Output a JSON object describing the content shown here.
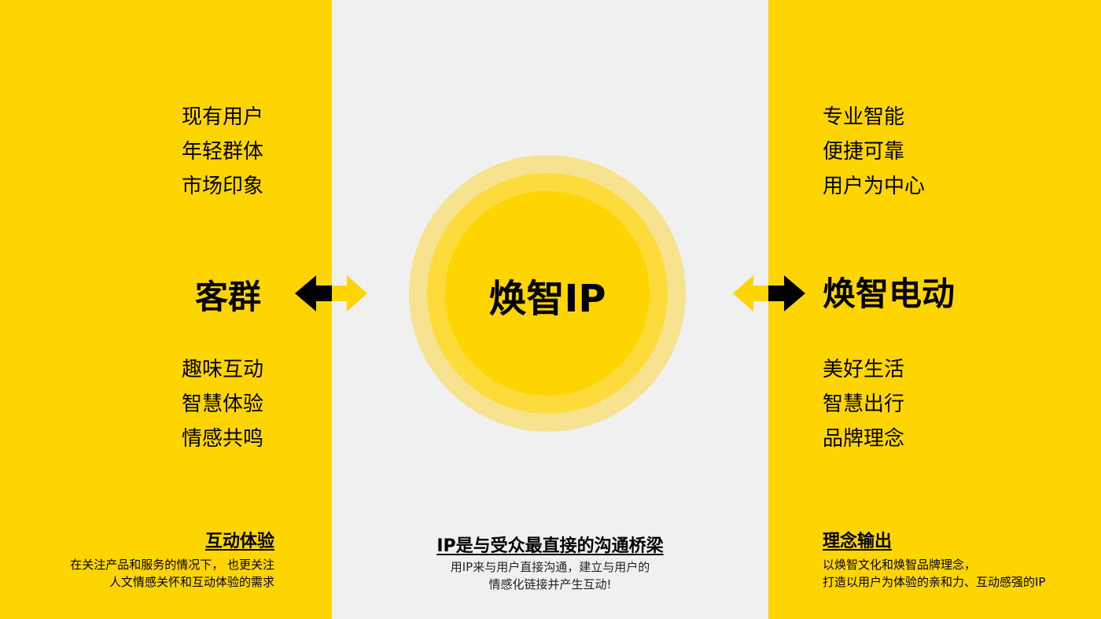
{
  "left": {
    "top_items": [
      "现有用户",
      "年轻群体",
      "市场印象"
    ],
    "title": "客群",
    "bottom_items": [
      "趣味互动",
      "智慧体验",
      "情感共鸣"
    ],
    "footer_heading": "互动体验",
    "footer_lines": [
      "在关注产品和服务的情况下， 也更关注",
      "人文情感关怀和互动体验的需求"
    ]
  },
  "center": {
    "circle_label": "焕智IP",
    "footer_heading": "IP是与受众最直接的沟通桥梁",
    "footer_lines": [
      "用IP来与用户直接沟通，建立与用户的",
      "情感化链接并产生互动!"
    ]
  },
  "right": {
    "top_items": [
      "专业智能",
      "便捷可靠",
      "用户为中心"
    ],
    "title": "焕智电动",
    "bottom_items": [
      "美好生活",
      "智慧出行",
      "品牌理念"
    ],
    "footer_heading": "理念输出",
    "footer_lines": [
      "以焕智文化和焕智品牌理念，",
      "打造以用户为体验的亲和力、互动感强的IP"
    ]
  },
  "colors": {
    "yellow": "#ffd500",
    "gray": "#f0f0f0",
    "ring_outer": "#f7e38f",
    "ring_mid": "#fcdb3a"
  }
}
